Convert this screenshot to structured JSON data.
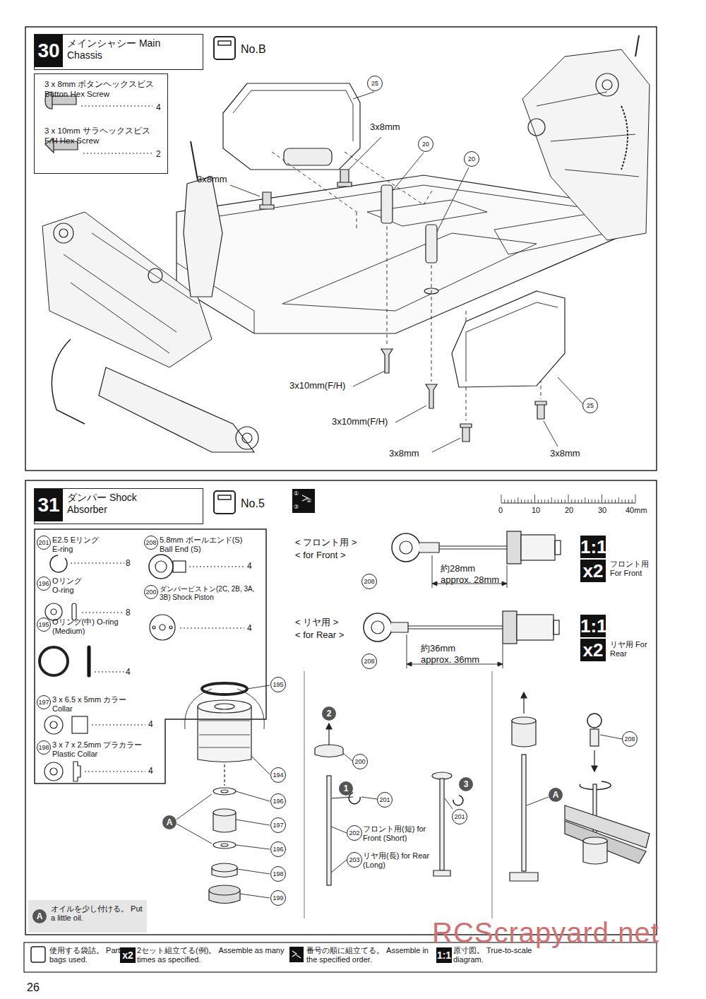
{
  "diagram": {
    "nodes": [
      {
        "text": [
          "30",
          "メインシャシー Main Chassis"
        ]
      },
      {
        "text": [
          "3 x 8mm ボタンヘックスビス Button Hex Screw",
          "4",
          "3 x 10mm サラヘックスビス F/H Hex Screw",
          "2"
        ]
      },
      {
        "text": [
          "31",
          "ダンパー Shock Absorber"
        ]
      },
      {
        "text": [
          "201",
          "E2.5 Eリング E-ring",
          "8",
          "196",
          "Oリング O-ring",
          "8",
          "195",
          "Oリング(中) O-ring (Medium)",
          "4",
          "197",
          "3 x 6.5 x 5mm カラー Collar",
          "4",
          "198",
          "3 x 7 x 2.5mm プラカラー Plastic Collar",
          "4",
          "208",
          "5.8mm ボールエンド(S) Ball End (S)",
          "4",
          "200",
          "ダンパーピストン(2C, 2B, 3A, 3B) Shock Piston",
          "4"
        ]
      },
      {
        "text": [
          "A",
          "オイルを少し付ける。 Put a little oil."
        ]
      }
    ],
    "labels": [
      "No.B",
      "25",
      "3x8mm",
      "20",
      "20",
      "3x8mm",
      "3x10mm(F/H)",
      "3x10mm(F/H)",
      "25",
      "3x8mm",
      "3x8mm",
      "No.5",
      "①",
      "②",
      "③",
      "0",
      "10",
      "20",
      "30",
      "40mm",
      "< フロント用 >",
      "< for Front >",
      "208",
      "約28mm approx. 28mm",
      "1:1",
      "x2",
      "フロント用 For Front",
      "< リヤ用 >",
      "< for Rear >",
      "208",
      "約36mm approx. 36mm",
      "1:1",
      "x2",
      "リヤ用 For Rear",
      "195",
      "194",
      "196",
      "197",
      "196",
      "198",
      "199",
      "A",
      "2",
      "200",
      "1",
      "201",
      "202",
      "フロント用(短) for Front (Short)",
      "203",
      "リヤ用(長) for Rear (Long)",
      "3",
      "201",
      "A",
      "208",
      "x2",
      "1:1",
      "26",
      "RCScrapyard.net"
    ],
    "legend": [
      {
        "text": "使用する袋詰。 Part bags used."
      },
      {
        "text": "2セット組立てる(例)。 Assemble as many times as specified."
      },
      {
        "text": "番号の順に組立てる。 Assemble in the specified order."
      },
      {
        "text": "原寸図。 True-to-scale diagram."
      }
    ]
  }
}
